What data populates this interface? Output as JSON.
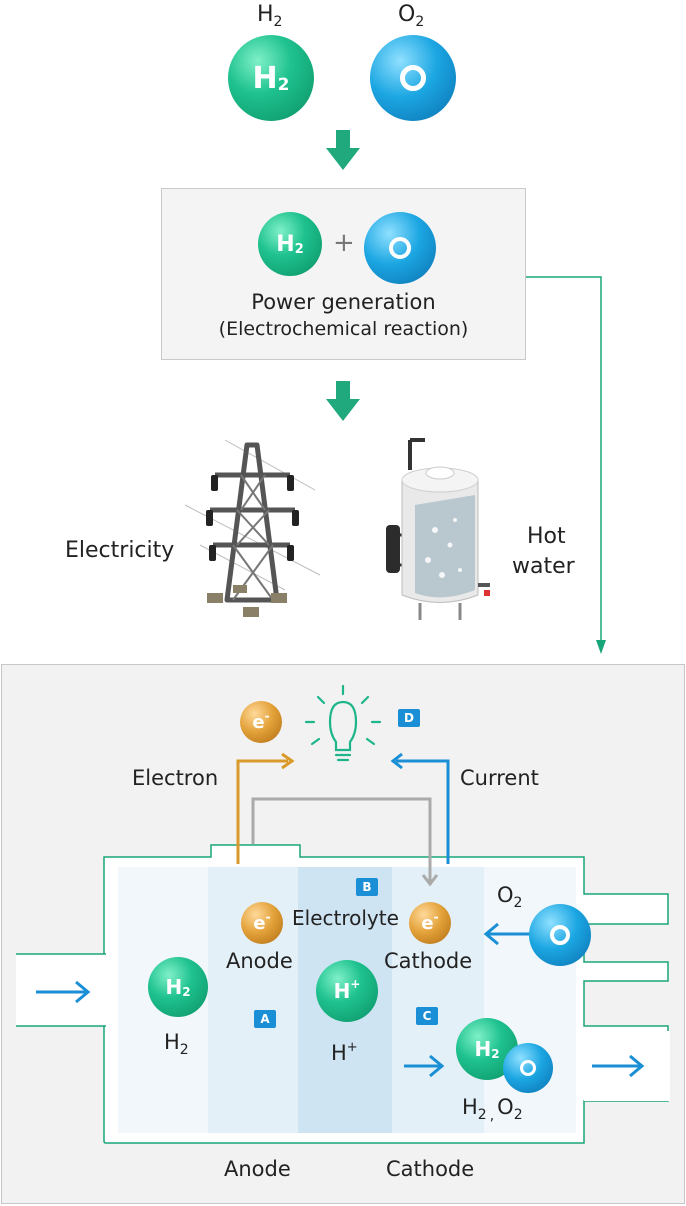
{
  "top": {
    "h2_label_main": "H",
    "h2_label_sub": "2",
    "o2_label_main": "O",
    "o2_label_sub": "2",
    "h2_ball_main": "H",
    "h2_ball_sub": "2"
  },
  "reaction_box": {
    "plus": "+",
    "line1": "Power generation",
    "line2": "(Electrochemical reaction)"
  },
  "outputs": {
    "electricity": "Electricity",
    "hot_water_1": "Hot",
    "hot_water_2": "water"
  },
  "cell": {
    "electron": "Electron",
    "current": "Current",
    "e_symbol": "e",
    "e_sup": "-",
    "tag_a": "A",
    "tag_b": "B",
    "tag_c": "C",
    "tag_d": "D",
    "electrolyte": "Electrolyte",
    "anode_inner": "Anode",
    "cathode_inner": "Cathode",
    "o2_main": "O",
    "o2_sub": "2",
    "h2_main": "H",
    "h2_sub": "2",
    "hplus_main": "H",
    "hplus_sup": "+",
    "h2o2_h": "H",
    "h2o2_h_sub": "2",
    "h2o2_sep": ",",
    "h2o2_o": "O",
    "h2o2_o_sub": "2",
    "anode_bottom": "Anode",
    "cathode_bottom": "Cathode"
  },
  "colors": {
    "green": "#1fb58a",
    "blue": "#1a8fd6",
    "orange": "#d99a2b",
    "gray": "#aaaaaa",
    "line_green": "#19a57a"
  }
}
